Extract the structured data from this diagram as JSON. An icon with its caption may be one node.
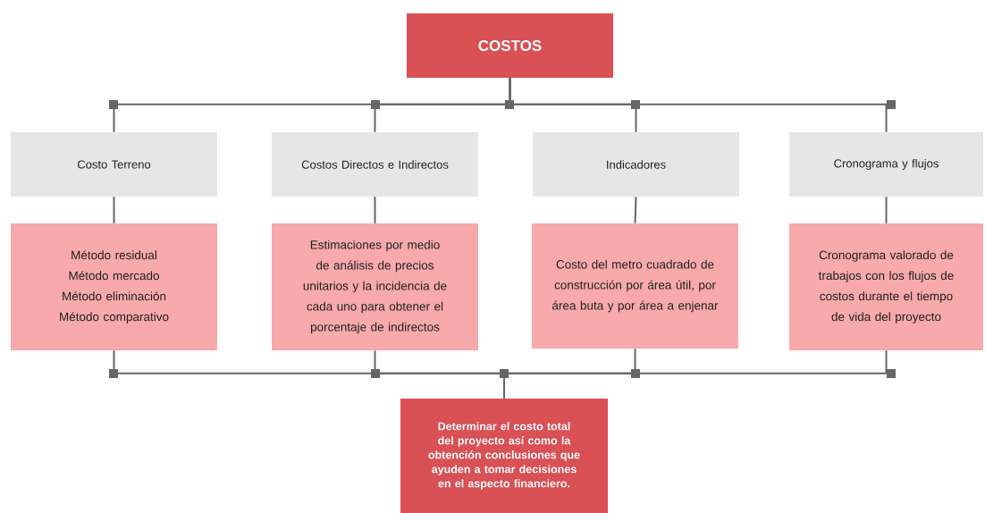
{
  "diagram": {
    "nodes": [
      {
        "text": [
          "COSTOS"
        ]
      },
      {
        "text": [
          "Costo Terreno"
        ]
      },
      {
        "text": [
          "Costos Directos e Indirectos"
        ]
      },
      {
        "text": [
          "Indicadores"
        ]
      },
      {
        "text": [
          "Cronograma y flujos"
        ]
      },
      {
        "text": [
          "Método residual",
          "Método mercado",
          "Método eliminación",
          "Método comparativo"
        ]
      },
      {
        "text": [
          "Estimaciones por medio de análisis de precios unitarios y la incidencia de cada uno para obtener el porcentaje de indirectos"
        ]
      },
      {
        "text": [
          "Costo del metro cuadrado de construcción por área útil, por área buta y por área a enjenar"
        ]
      },
      {
        "text": [
          "Cronograma valorado de trabajos con los flujos de costos durante el tiempo de vida del proyecto"
        ]
      },
      {
        "text": [
          "Determinar el costo total del proyecto así como la obtención conclusiones que ayuden a tomar decisiones en el aspecto financiero."
        ]
      }
    ],
    "edges": [
      {
        "from": 0,
        "to": 1,
        "arrow": "none"
      },
      {
        "from": 0,
        "to": 2,
        "arrow": "none"
      },
      {
        "from": 0,
        "to": 3,
        "arrow": "none"
      },
      {
        "from": 0,
        "to": 4,
        "arrow": "none"
      },
      {
        "from": 1,
        "to": 5,
        "arrow": "none"
      },
      {
        "from": 2,
        "to": 6,
        "arrow": "none"
      },
      {
        "from": 3,
        "to": 7,
        "arrow": "none"
      },
      {
        "from": 4,
        "to": 8,
        "arrow": "none"
      },
      {
        "from": 5,
        "to": 9,
        "arrow": "none"
      },
      {
        "from": 6,
        "to": 9,
        "arrow": "none"
      },
      {
        "from": 7,
        "to": 9,
        "arrow": "none"
      },
      {
        "from": 8,
        "to": 9,
        "arrow": "none"
      }
    ]
  }
}
